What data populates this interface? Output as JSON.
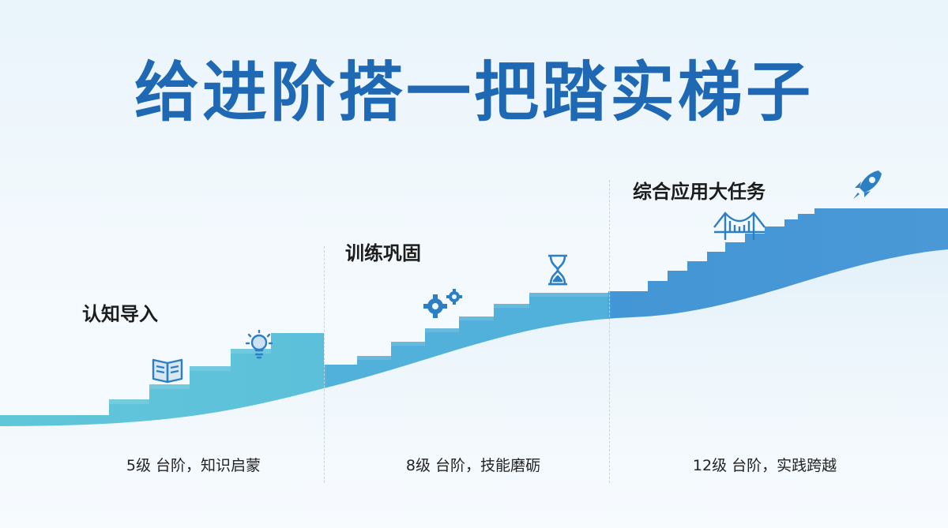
{
  "title": "给进阶搭一把踏实梯子",
  "stages": [
    {
      "title": "认知导入",
      "caption": "5级 台阶，知识启蒙",
      "icons": [
        "open-book-icon",
        "lightbulb-icon"
      ]
    },
    {
      "title": "训练巩固",
      "caption": "8级 台阶，技能磨砺",
      "icons": [
        "gears-icon",
        "hourglass-icon"
      ]
    },
    {
      "title": "综合应用大任务",
      "caption": "12级 台阶，实践跨越",
      "icons": [
        "bridge-icon",
        "rocket-icon"
      ]
    }
  ],
  "colors": {
    "title": "#1f68b4",
    "stair_light": "#5fc3d8",
    "stair_mid": "#4aa8d6",
    "stair_dark": "#3f8fd2",
    "icon": "#2d7fc4"
  }
}
